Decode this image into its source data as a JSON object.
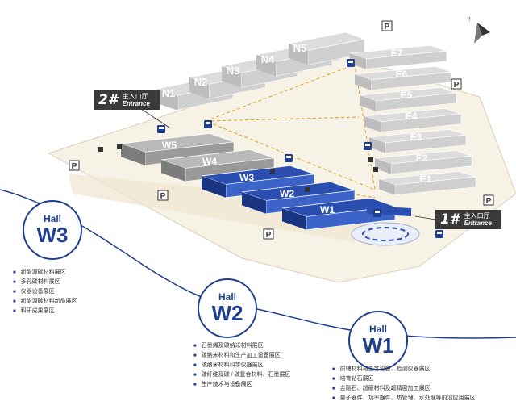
{
  "colors": {
    "hall_blue": "#2a4fb0",
    "hall_blue_dark": "#1a3682",
    "hall_gray": "#c8c8c8",
    "hall_gray_dark": "#8a8a8a",
    "accent_line": "#1f3f8f",
    "path_dashed": "#e0a020",
    "road": "#f3ecdc"
  },
  "halls_north": [
    "N1",
    "N2",
    "N3",
    "N4",
    "N5"
  ],
  "halls_east": [
    "E1",
    "E2",
    "E3",
    "E4",
    "E5",
    "E6",
    "E7"
  ],
  "halls_west_gray": [
    "W5",
    "W4"
  ],
  "halls_west_blue": [
    "W3",
    "W2",
    "W1"
  ],
  "parking_symbol": "P",
  "entrances": [
    {
      "number": "2#",
      "label_cn": "主入口厅",
      "label_en": "Entrance"
    },
    {
      "number": "1#",
      "label_cn": "主入口厅",
      "label_en": "Entrance"
    }
  ],
  "legend": [
    {
      "word": "Hall",
      "code": "W3",
      "items": [
        "新能源碳材料展区",
        "多孔碳材料展区",
        "仪器设备展区",
        "新能源碳材料新品展区",
        "科研成果展区"
      ]
    },
    {
      "word": "Hall",
      "code": "W2",
      "items": [
        "石墨烯及碳纳米材料展区",
        "碳纳米材料和生产加工设备展区",
        "碳纳米材料科学仪器展区",
        "碳纤维及碳 / 碳复合材料、石墨展区",
        "生产技术与设备展区"
      ]
    },
    {
      "word": "Hall",
      "code": "W1",
      "items": [
        "原辅材料与工艺设备、检测仪器展区",
        "培育钻石展区",
        "金刚石、超硬材料及超精密加工展区",
        "量子器件、功率器件、热管理、水处理等前沿应用展区"
      ]
    }
  ],
  "icons": [
    "compass-icon",
    "parking-icon",
    "bus-icon",
    "restroom-icon",
    "restaurant-icon"
  ]
}
